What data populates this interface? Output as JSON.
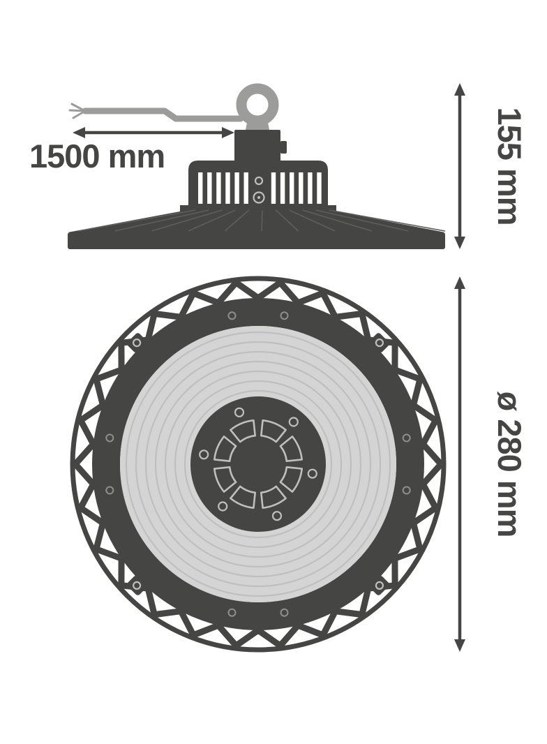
{
  "diagram": {
    "labels": {
      "cable_length": "1500 mm",
      "height": "155 mm",
      "diameter": "ø 280 mm"
    }
  },
  "colors": {
    "dark": "#454544",
    "light_gray": "#d4d4d4",
    "detail_line": "#bfbfbf",
    "cable_gray": "#9c9c9b",
    "background": "#ffffff"
  }
}
